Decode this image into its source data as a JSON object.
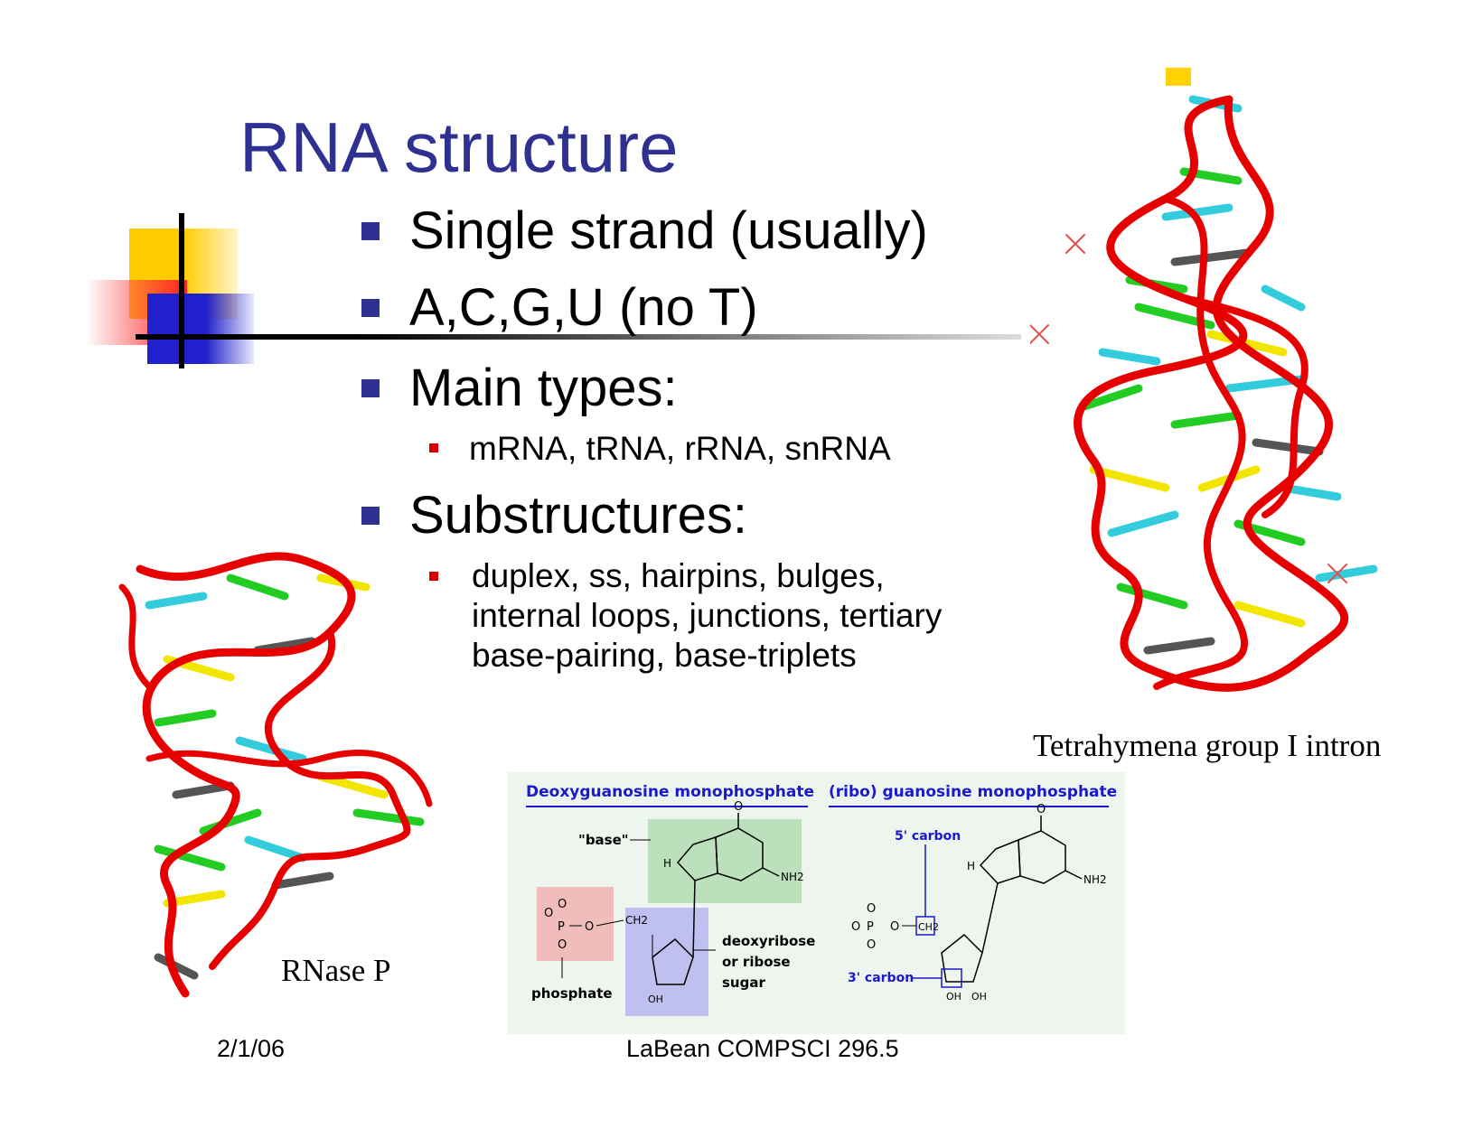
{
  "title": "RNA structure",
  "bullets": {
    "b1": "Single strand (usually)",
    "b2": "A,C,G,U  (no T)",
    "b3": "Main types:",
    "b3_sub": "mRNA, tRNA, rRNA, snRNA",
    "b4": "Substructures:",
    "b4_sub": [
      "duplex, ss, hairpins, bulges,",
      "internal loops, junctions, tertiary",
      "base-pairing, base-triplets"
    ]
  },
  "captions": {
    "right_image": "Tetrahymena group I intron",
    "left_image": "RNase P"
  },
  "diagram": {
    "left_heading": "Deoxyguanosine monophosphate",
    "right_heading": "(ribo) guanosine monophosphate",
    "base_label": "\"base\"",
    "phosphate_label": "phosphate",
    "sugar_label": [
      "deoxyribose",
      "or ribose",
      "sugar"
    ],
    "carbon5_label": "5' carbon",
    "carbon3_label": "3' carbon"
  },
  "footer": {
    "date": "2/1/06",
    "course": "LaBean  COMPSCI 296.5"
  },
  "colors": {
    "title": "#2e3192",
    "bullet_square": "#2e3192",
    "sub_bullet": "#d80000",
    "rna_backbone": "#e60000",
    "diagram_heading": "#1a1acc"
  }
}
